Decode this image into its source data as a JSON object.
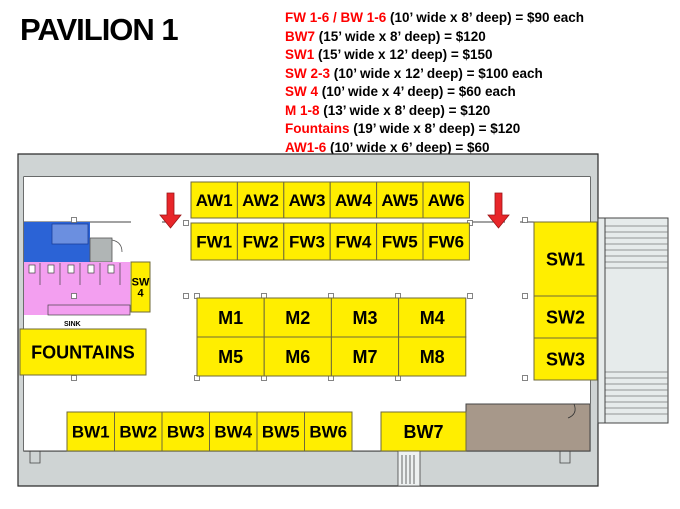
{
  "title": "PAVILION 1",
  "price_list": [
    {
      "label": "FW 1-6 / BW 1-6",
      "detail": "(10’ wide x 8’ deep) = $90 each"
    },
    {
      "label": "BW7",
      "detail": "(15’ wide x 8’ deep) = $120"
    },
    {
      "label": "SW1",
      "detail": "(15’ wide x 12’ deep) =  $150"
    },
    {
      "label": "SW 2-3",
      "detail": "(10’ wide x 12’ deep) =  $100 each"
    },
    {
      "label": "SW 4",
      "detail": "(10’ wide x 4’ deep) =  $60 each"
    },
    {
      "label": "M 1-8",
      "detail": "(13’ wide x 8’ deep) = $120"
    },
    {
      "label": "Fountains",
      "detail": "(19’ wide x 8’ deep) =  $120"
    },
    {
      "label": "AW1-6",
      "detail": "(10’ wide x 6’ deep) =  $60"
    }
  ],
  "booths": {
    "aw": [
      "AW1",
      "AW2",
      "AW3",
      "AW4",
      "AW5",
      "AW6"
    ],
    "fw": [
      "FW1",
      "FW2",
      "FW3",
      "FW4",
      "FW5",
      "FW6"
    ],
    "m": [
      "M1",
      "M2",
      "M3",
      "M4",
      "M5",
      "M6",
      "M7",
      "M8"
    ],
    "bw": [
      "BW1",
      "BW2",
      "BW3",
      "BW4",
      "BW5",
      "BW6"
    ],
    "bw7": "BW7",
    "sw": [
      "SW1",
      "SW2",
      "SW3"
    ],
    "sw4": [
      "SW",
      "4"
    ],
    "fountains": "FOUNTAINS"
  },
  "restroom_label": "SINK",
  "colors": {
    "booth": "#ffee00",
    "arrow": "#e8262a",
    "restroom_pink": "#f39ff0",
    "restroom_blue": "#2b63d6",
    "storage": "#a7988a",
    "wall": "#cfd4d4"
  }
}
